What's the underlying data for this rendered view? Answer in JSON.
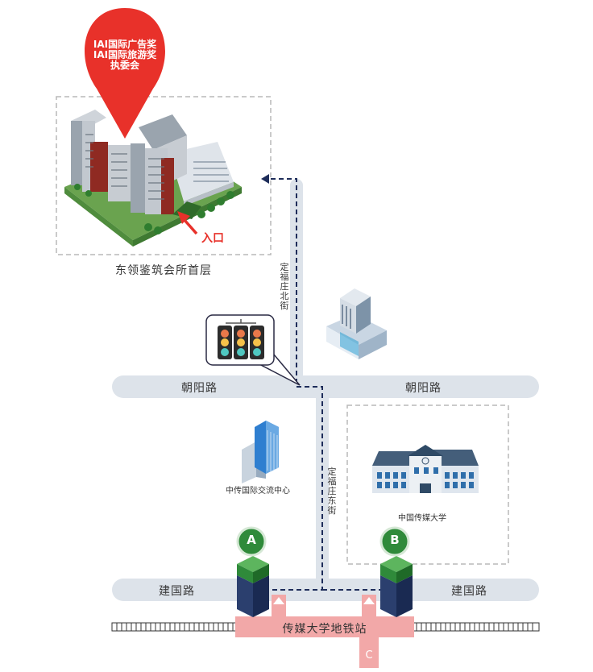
{
  "pin": {
    "line1": "IAI国际广告奖",
    "line2": "IAI国际旅游奖",
    "line3": "执委会"
  },
  "building_caption": "东领鉴筑会所首层",
  "entrance_label": "入口",
  "roads": {
    "chaoyang_left": "朝阳路",
    "chaoyang_right": "朝阳路",
    "jianguo_left": "建国路",
    "jianguo_right": "建国路",
    "dingfu_north": "定福庄北街",
    "dingfu_east": "定福庄东街"
  },
  "landmarks": {
    "zhongchuan": "中传国际交流中心",
    "cuc": "中国传媒大学"
  },
  "subway": {
    "station": "传媒大学地铁站",
    "exit_a": "A",
    "exit_b": "B",
    "exit_c": "C"
  },
  "colors": {
    "pin": "#e8312a",
    "road": "#dde3ea",
    "route": "#1e2d5a",
    "subway": "#f2a8a8",
    "exit_green": "#2f8a3a",
    "exit_navy": "#1f2f5a"
  }
}
